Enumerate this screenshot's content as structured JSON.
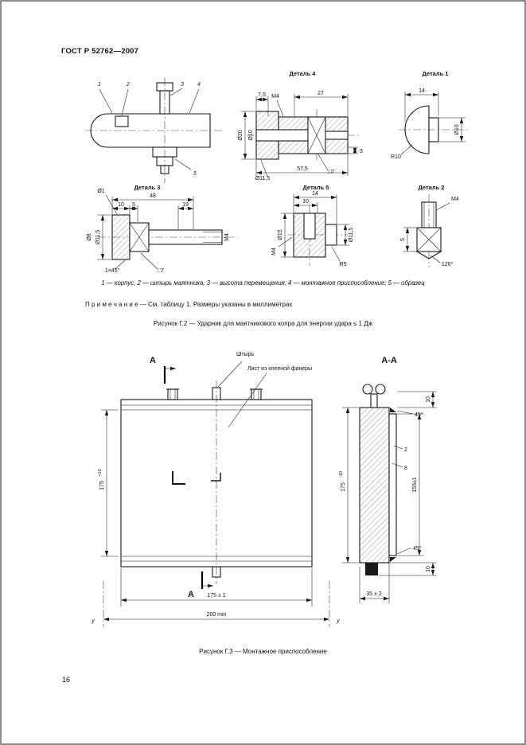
{
  "page": {
    "header": "ГОСТ Р 52762—2007",
    "page_number": "16"
  },
  "fig2": {
    "assembly": {
      "callouts": [
        "1",
        "2",
        "3",
        "4",
        "5"
      ]
    },
    "detail4": {
      "title": "Деталь 4",
      "dims": {
        "w75": "7,5",
        "m4": "M4",
        "w27": "27",
        "dia20": "Ø20",
        "dia10": "Ø10",
        "dia115": "Ø11,5",
        "sq7": "□7",
        "h3": "3",
        "w575": "57,5"
      }
    },
    "detail1": {
      "title": "Деталь 1",
      "dims": {
        "w14": "14",
        "r10": "R10",
        "dia10": "Ø10"
      }
    },
    "detail3": {
      "title": "Деталь 3",
      "dims": {
        "dia1": "Ø1",
        "w10": "10",
        "w5": "5",
        "w48": "48",
        "w19": "19",
        "dia115": "Ø11,5",
        "dia8": "Ø8",
        "sq7": "□7",
        "m4": "M4",
        "cham": "1×45°"
      }
    },
    "detail5": {
      "title": "Деталь 5",
      "dims": {
        "w14": "14",
        "w10": "10",
        "dia15": "Ø15",
        "dia115": "Ø11,5",
        "m4": "M4",
        "r5": "R5"
      }
    },
    "detail2": {
      "title": "Деталь 2",
      "dims": {
        "m4": "M4",
        "h5": "5",
        "a120": "120°"
      }
    },
    "legend": "1 — корпус, 2 — штырь маятника, 3 — высота перемещения; 4 — монтажное приспособление; 5 — образец",
    "note": "П р и м е ч а н и е — См. таблицу 1. Размеры указаны в миллиметрах",
    "caption": "Рисунок Г.2 — Ударник для маятникового копра для энергии удара ≤ 1 Дж"
  },
  "fig3": {
    "labels": {
      "section_letter": "А",
      "pin": "Штырь",
      "sheet": "Лист из клееной фанеры",
      "section_title": "А-А",
      "datum": "у"
    },
    "dims": {
      "height_main": "175",
      "height_main_tol": "+10",
      "width_inner": "175 ± 1",
      "width_outer": "200 min",
      "height_section": "175",
      "height_section_tol": "-10",
      "t10_top": "10",
      "a45_top": "45°",
      "t2": "2",
      "t8": "8",
      "h155": "155±1",
      "a45_bot": "45°",
      "t10_bot": "10",
      "w35": "35 ± 2"
    },
    "caption": "Рисунок Г.3 — Монтажное приспособление"
  }
}
